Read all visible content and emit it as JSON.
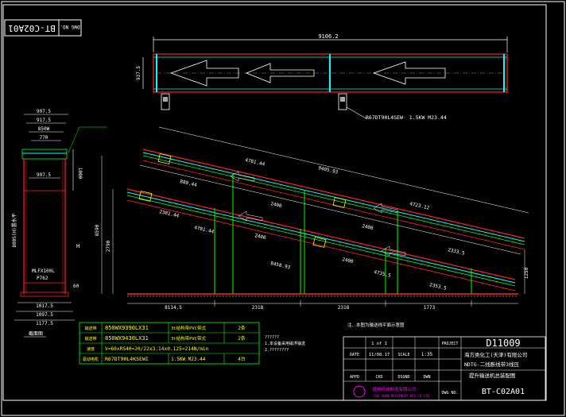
{
  "stamp": {
    "code": "BT-C02A01",
    "label": "DWG NO."
  },
  "top_view": {
    "overall_length": "9106.2",
    "width": "937.5",
    "motor_spec_label": "R67DT90L4SEW· 1.5KW M23.44"
  },
  "side_view": {
    "dims": {
      "d1": "997.5",
      "d2": "917.5",
      "d3": "850W",
      "d4": "770",
      "mid": "997.5",
      "belt_w": "1017.5",
      "frame_w": "1097.5",
      "outer_w": "1177.5",
      "height": "1000",
      "base": "60",
      "h_label": "H"
    },
    "labels": {
      "vertical_note": "800S(H)置水平",
      "roller_note": "P762",
      "roller_spec": "MLFX100L",
      "section_label": "截面图"
    }
  },
  "elevation": {
    "upper_len": "4781.44",
    "upper_total": "9405.93",
    "upper_piece1": "880.44",
    "upper_seg1": "2400",
    "upper_seg2": "2400",
    "upper_len2": "4723.12",
    "upper_end": "2333.5",
    "lower_len": "2381.44",
    "lower_len2": "4781.44",
    "lower_seg1": "2400",
    "lower_total": "8458.93",
    "lower_seg2": "2400",
    "lower_len3": "4735.5",
    "lower_end": "2353.5",
    "height_a": "8590",
    "height_b": "2790",
    "right_h": "1250",
    "base_1": "8114.5",
    "base_2": "2318",
    "base_3": "2318",
    "base_4": "1773"
  },
  "bom": {
    "rows": [
      {
        "name": "输送带",
        "spec": "850WX9390LX31",
        "note": "3t结构带PVC带式",
        "qty": "2条"
      },
      {
        "name": "输送带",
        "spec": "850WX9430LX31",
        "note": "3t结构带PVC带式",
        "qty": "2条"
      },
      {
        "name": "速度",
        "spec": "V=60xRS40=20/22x3.14x0.125=214N/min",
        "note": "",
        "qty": ""
      },
      {
        "name": "驱动电机",
        "spec": "R67DT90L4KSEWI",
        "note": "1.5KW M23.44",
        "qty": "4台"
      }
    ]
  },
  "notes": {
    "n1": "注、本图为输送线平面示意图",
    "q1": "??????",
    "q2": "1.本设备采用磁浮输送",
    "q3": "2.????????"
  },
  "title_block": {
    "project_no": "D11009",
    "scale_label": "SCALE",
    "scale": "1:35",
    "page_label": "1 of 1",
    "date_label": "DATE",
    "date": "11/08.17",
    "project_label": "PROJECT",
    "customer": "海方类化工(天津)有限公司",
    "drawing_no": "NDTG-二线断线带3线压",
    "drawing_title": "提升输送机总装配图",
    "appd": "APPD",
    "ckd": "CKD",
    "dsgnd": "DSGND",
    "dwn": "DWN",
    "company": "YUE SHEN MACHINERY MFG CO.LTD",
    "company_cn": "捷申机械制造有限公司",
    "dwg_label": "DWG NO.",
    "dwg_no": "BT-C02A01"
  },
  "colors": {
    "frame": "#ffffff",
    "belt": "#00ffff",
    "beam": "#ff2020",
    "green": "#00ff00",
    "yellow": "#ffff00",
    "magenta": "#ff00ff"
  }
}
